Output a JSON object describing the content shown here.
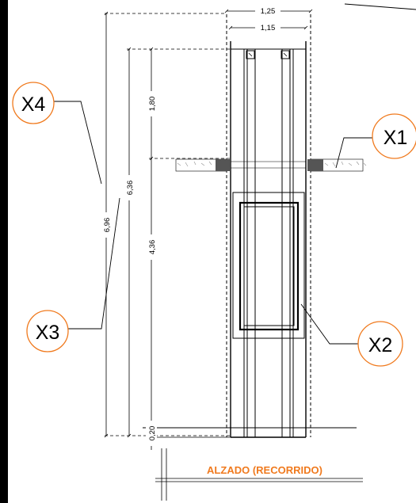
{
  "drawing": {
    "title": "ALZADO (RECORRIDO)",
    "dimensions": {
      "outer_width": "1,25",
      "inner_width": "1,15",
      "upper_height": "1,80",
      "lower_height": "4,36",
      "pit_depth": "0,20",
      "travel_height": "6,36",
      "total_height": "6,96"
    },
    "callouts": {
      "x1": "X1",
      "x2": "X2",
      "x3": "X3",
      "x4": "X4"
    }
  },
  "colors": {
    "callout": "#F07A1E",
    "title": "#F07A1E",
    "line": "#000000",
    "slab_hatch": "#9a9a9a",
    "wall_block": "#555555"
  }
}
